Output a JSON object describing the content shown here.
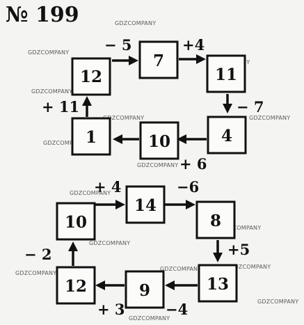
{
  "title": "№ 199",
  "watermark": "GDZCOMPANY",
  "cycles": [
    {
      "boxes": [
        "12",
        "7",
        "11",
        "4",
        "10",
        "1"
      ],
      "operations": [
        "− 5",
        "+4",
        "− 7",
        "+ 6",
        "+ 11"
      ]
    },
    {
      "boxes": [
        "10",
        "14",
        "8",
        "13",
        "9",
        "12"
      ],
      "operations": [
        "+ 4",
        "−6",
        "+5",
        "−4",
        "+ 3",
        "− 2"
      ]
    }
  ]
}
